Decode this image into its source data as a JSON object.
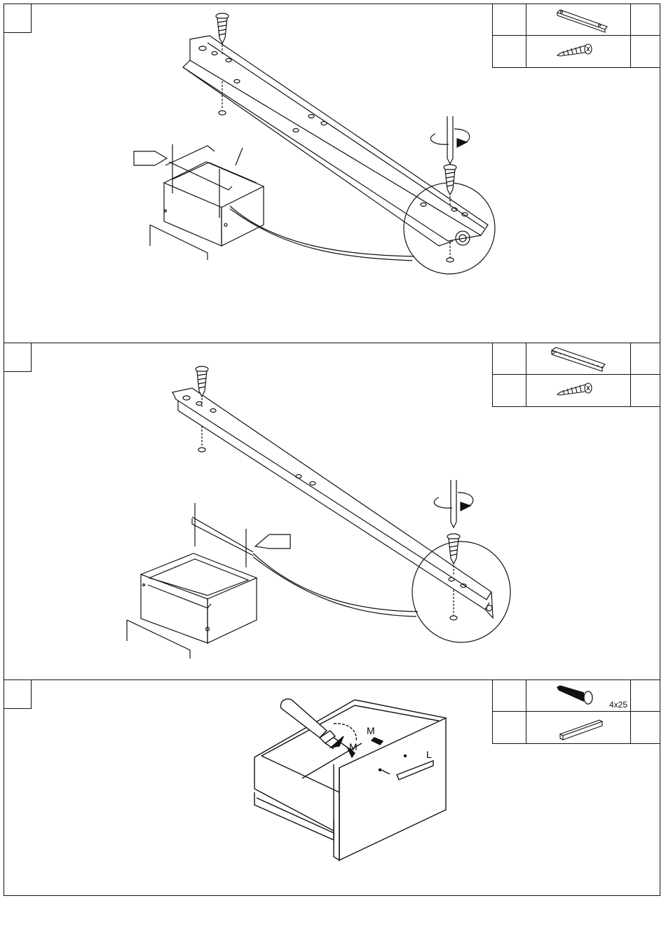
{
  "steps": [
    {
      "parts": [
        {
          "icon": "drawer-rail-icon",
          "qty": ""
        },
        {
          "icon": "wood-screw-icon",
          "qty": ""
        }
      ]
    },
    {
      "parts": [
        {
          "icon": "cabinet-rail-icon",
          "qty": ""
        },
        {
          "icon": "wood-screw-icon",
          "qty": ""
        }
      ]
    },
    {
      "parts": [
        {
          "icon": "bolt-icon",
          "qty": "4x25"
        },
        {
          "icon": "handle-bar-icon",
          "qty": ""
        }
      ]
    }
  ],
  "labels": {
    "screw_m_1": "M",
    "screw_m_2": "M",
    "handle_l": "L"
  },
  "colors": {
    "line": "#111111",
    "paper": "#ffffff"
  }
}
